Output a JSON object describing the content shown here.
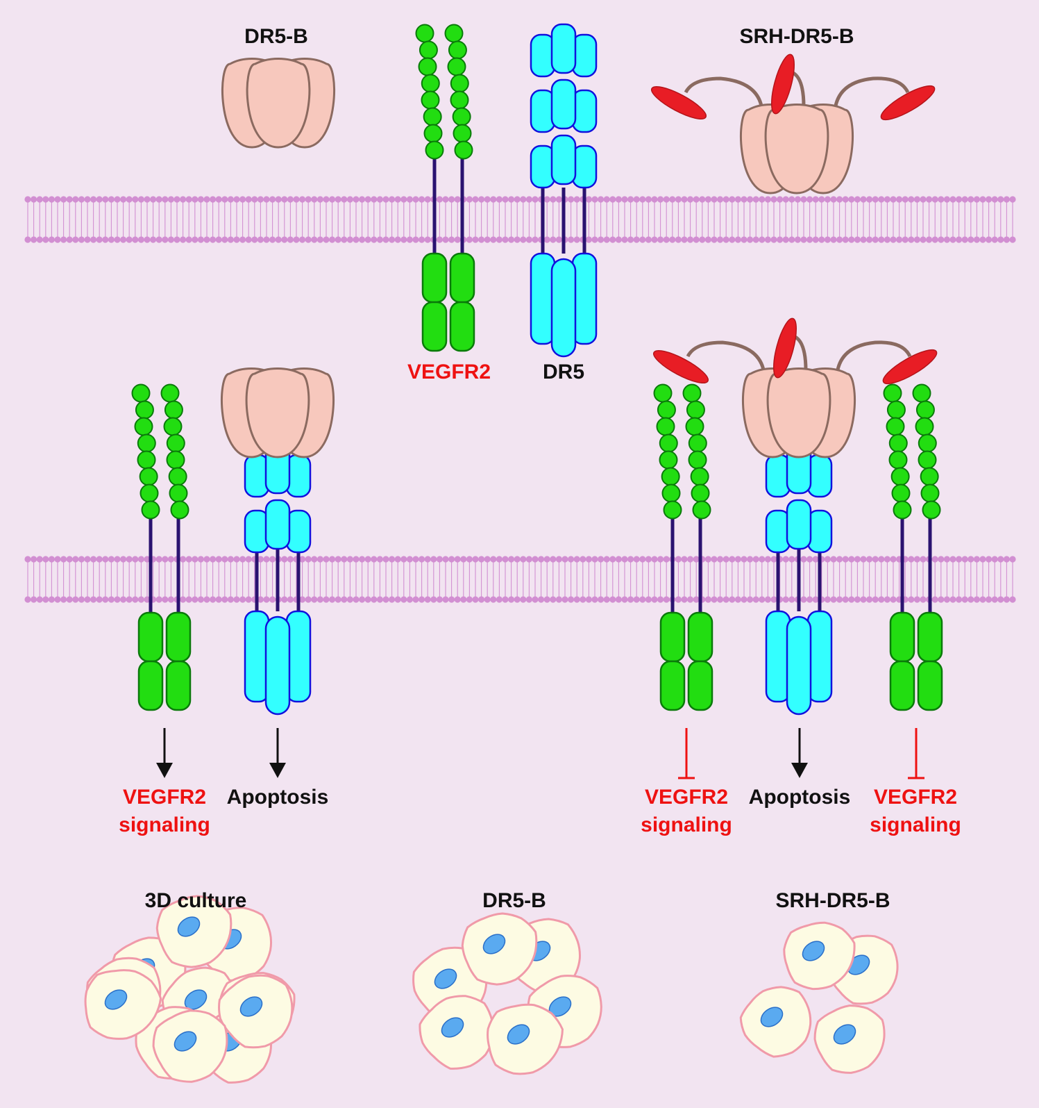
{
  "colors": {
    "background": "#f2e4f1",
    "membrane": "#d28fd2",
    "vegfr2_fill": "#22dd11",
    "vegfr2_stroke": "#0a7a0a",
    "dr5_fill": "#33ffff",
    "dr5_stroke": "#1111dd",
    "tm_line": "#2a1270",
    "trimer_fill": "#f7c8bd",
    "trimer_stroke": "#8b6a60",
    "srh_peptide": "#e81d25",
    "linker": "#8a6a60",
    "cell_fill": "#fdfbe3",
    "cell_stroke": "#f09aa9",
    "nucleus_fill": "#5aaaf0",
    "nucleus_stroke": "#2a6fc8",
    "label_black": "#111111",
    "label_red": "#ee1111"
  },
  "top_panel": {
    "ligand_label": "DR5-B",
    "srh_ligand_label": "SRH-DR5-B",
    "vegfr2_label": "VEGFR2",
    "dr5_label": "DR5"
  },
  "left_panel": {
    "vegfr2_outcome_line1": "VEGFR2",
    "vegfr2_outcome_line2": "signaling",
    "dr5_outcome": "Apoptosis"
  },
  "right_panel": {
    "vegfr2_outcome_left_line1": "VEGFR2",
    "vegfr2_outcome_left_line2": "signaling",
    "dr5_outcome": "Apoptosis",
    "vegfr2_outcome_right_line1": "VEGFR2",
    "vegfr2_outcome_right_line2": "signaling"
  },
  "culture_panel": {
    "control_label": "3D culture",
    "dr5b_label": "DR5-B",
    "srh_label": "SRH-DR5-B"
  }
}
